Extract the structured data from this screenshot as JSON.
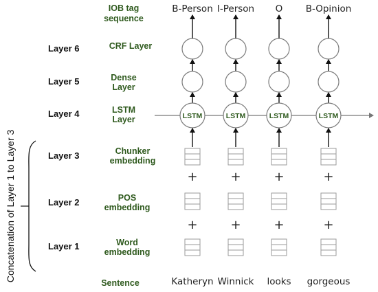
{
  "layers": [
    {
      "name": "IOB tag sequence",
      "label": "",
      "desc": [
        "IOB tag",
        "sequence"
      ]
    },
    {
      "name": "Layer 6",
      "label": "Layer 6",
      "desc": [
        "CRF Layer"
      ]
    },
    {
      "name": "Layer 5",
      "label": "Layer 5",
      "desc": [
        "Dense",
        "Layer"
      ]
    },
    {
      "name": "Layer 4",
      "label": "Layer 4",
      "desc": [
        "LSTM",
        "Layer"
      ]
    },
    {
      "name": "Layer 3",
      "label": "Layer 3",
      "desc": [
        "Chunker",
        "embedding"
      ]
    },
    {
      "name": "Layer 2",
      "label": "Layer 2",
      "desc": [
        "POS",
        "embedding"
      ]
    },
    {
      "name": "Layer 1",
      "label": "Layer 1",
      "desc": [
        "Word",
        "embedding"
      ]
    },
    {
      "name": "Sentence",
      "label": "",
      "desc": [
        "Sentence"
      ]
    }
  ],
  "tags": [
    "B-Person",
    "I-Person",
    "O",
    "B-Opinion"
  ],
  "words": [
    "Katheryn",
    "Winnick",
    "looks",
    "gorgeous"
  ],
  "lstm_label": "LSTM",
  "plus_symbol": "+",
  "side_label": "Concatenation of Layer 1 to Layer 3",
  "colors": {
    "green": "#2f5a1e",
    "node_stroke": "#7a7a7a",
    "arrow": "#111111"
  }
}
